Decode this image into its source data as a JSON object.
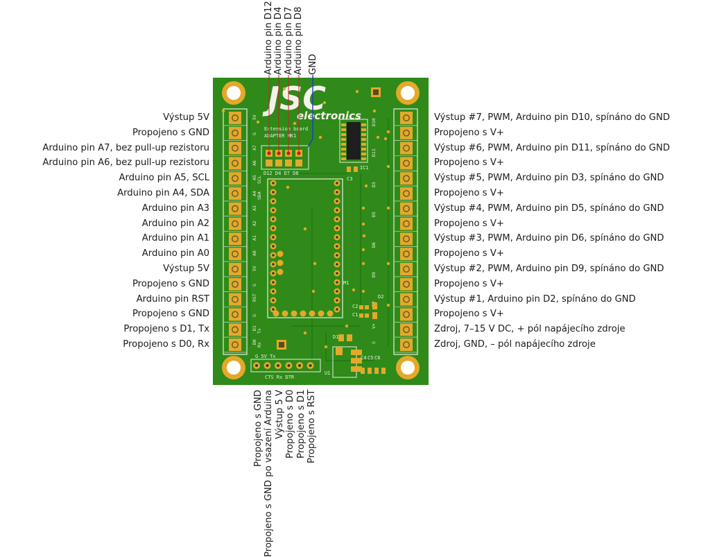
{
  "board": {
    "logo": "JSC",
    "logo_sub": "electronics",
    "silk_title": "Extension board",
    "silk_subtitle": "ADAPTER MK1",
    "silk_top_pins": "D12 D4 D7 D8",
    "silk_left": [
      "5V",
      "G",
      "A7",
      "A6",
      "A5",
      "SCL",
      "A4",
      "SDA",
      "A3",
      "A2",
      "A1",
      "A0",
      "5V",
      "G",
      "RST",
      "G",
      "D1",
      "Tx",
      "D0",
      "Rx"
    ],
    "silk_right": [
      "D10",
      "D11",
      "D3",
      "D5",
      "D6",
      "D9",
      "D2",
      "V+",
      "G"
    ],
    "silk_bottom_top": "G   5V   Tx",
    "silk_bottom_bottom": "CTS   Rx   DTR",
    "silk_parts": [
      "IC1",
      "C3",
      "M1",
      "C2",
      "C1",
      "D2",
      "D1",
      "U1",
      "C4",
      "C5",
      "C6"
    ]
  },
  "top_labels": [
    "Arduino pin D12",
    "Arduino pin D4",
    "Arduino pin D7",
    "Arduino pin D8",
    "GND"
  ],
  "left_labels": [
    "Výstup 5V",
    "Propojeno s GND",
    "Arduino pin A7, bez pull-up rezistoru",
    "Arduino pin A6, bez pull-up rezistoru",
    "Arduino pin A5, SCL",
    "Arduino pin A4, SDA",
    "Arduino pin A3",
    "Arduino pin A2",
    "Arduino pin A1",
    "Arduino pin A0",
    "Výstup 5V",
    "Propojeno s GND",
    "Arduino pin RST",
    "Propojeno s GND",
    "Propojeno s D1, Tx",
    "Propojeno s D0, Rx"
  ],
  "right_labels": [
    "Výstup #7, PWM, Arduino pin D10, spínáno do GND",
    "Propojeno s V+",
    "Výstup #6, PWM, Arduino pin D11, spínáno do GND",
    "Propojeno s V+",
    "Výstup #5, PWM, Arduino pin D3, spínáno do GND",
    "Propojeno s V+",
    "Výstup #4, PWM, Arduino pin D5, spínáno do GND",
    "Propojeno s V+",
    "Výstup #3, PWM, Arduino pin D6, spínáno do GND",
    "Propojeno s V+",
    "Výstup #2, PWM, Arduino pin D9, spínáno do GND",
    "Propojeno s V+",
    "Výstup #1, Arduino pin D2, spínáno do GND",
    "Propojeno s V+",
    "Zdroj, 7–15 V DC, + pól napájecího zdroje",
    "Zdroj, GND, – pól napájecího zdroje"
  ],
  "bottom_labels": [
    "Propojeno s GND",
    "Propojeno s GND po vsazení Arduina",
    "Výstup 5 V",
    "Propojeno s D0",
    "Propojeno s D1",
    "Propojeno s RST"
  ],
  "colors": {
    "pcb": "#2f8a1a",
    "pcb_dark": "#246f13",
    "pad": "#e3a92a",
    "silk": "#e8f0e0",
    "wire_red": "#c8201c",
    "wire_blue": "#1a3fbf"
  }
}
